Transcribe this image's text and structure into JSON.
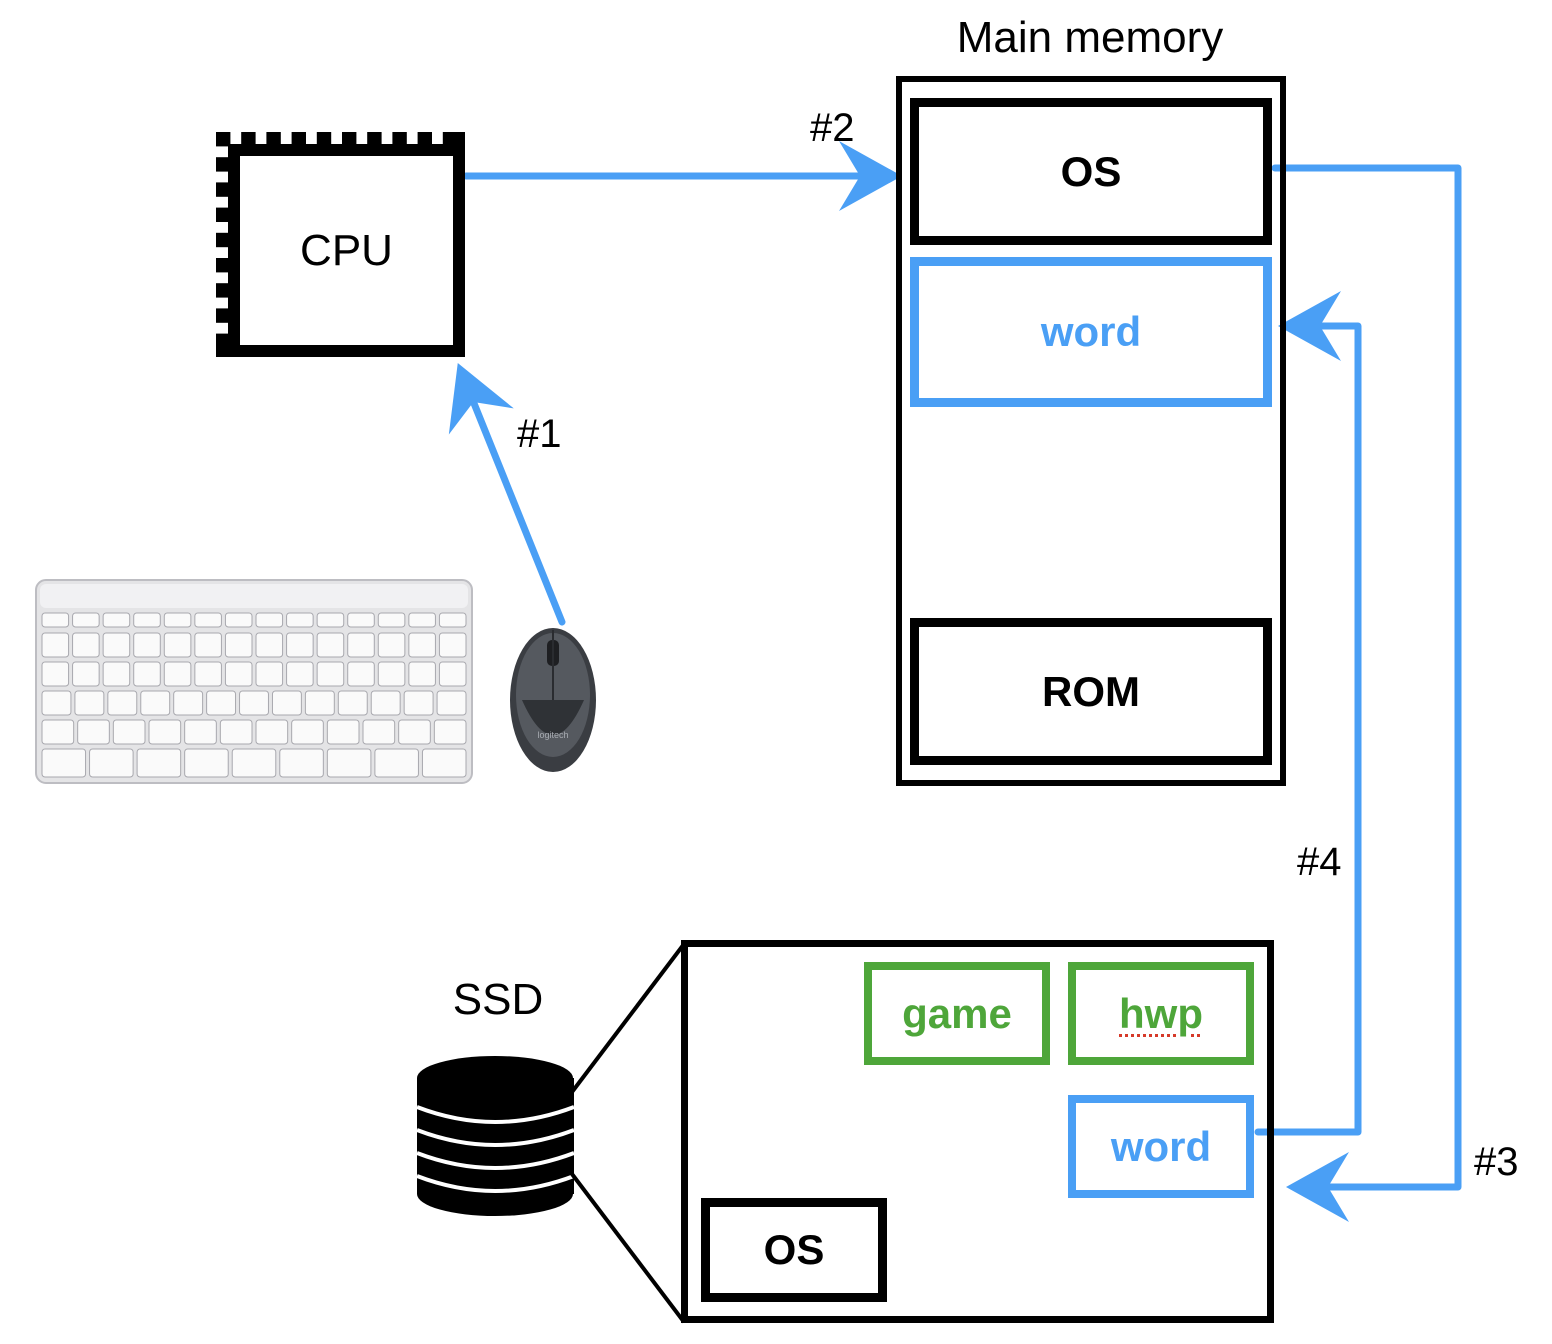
{
  "cpu": {
    "label": "CPU"
  },
  "main_memory": {
    "title": "Main memory",
    "slots": {
      "os": "OS",
      "word": "word",
      "rom": "ROM"
    }
  },
  "ssd": {
    "title": "SSD",
    "items": {
      "game": "game",
      "hwp": "hwp",
      "word": "word",
      "os": "OS"
    }
  },
  "steps": {
    "s1": "#1",
    "s2": "#2",
    "s3": "#3",
    "s4": "#4"
  },
  "colors": {
    "arrow": "#4a9ff5",
    "loaded": "#4a9ff5",
    "stored": "#4ea63a",
    "outline": "#000000"
  },
  "devices": {
    "keyboard": "keyboard-image",
    "mouse": "mouse-image",
    "mouse_brand": "logitech"
  }
}
